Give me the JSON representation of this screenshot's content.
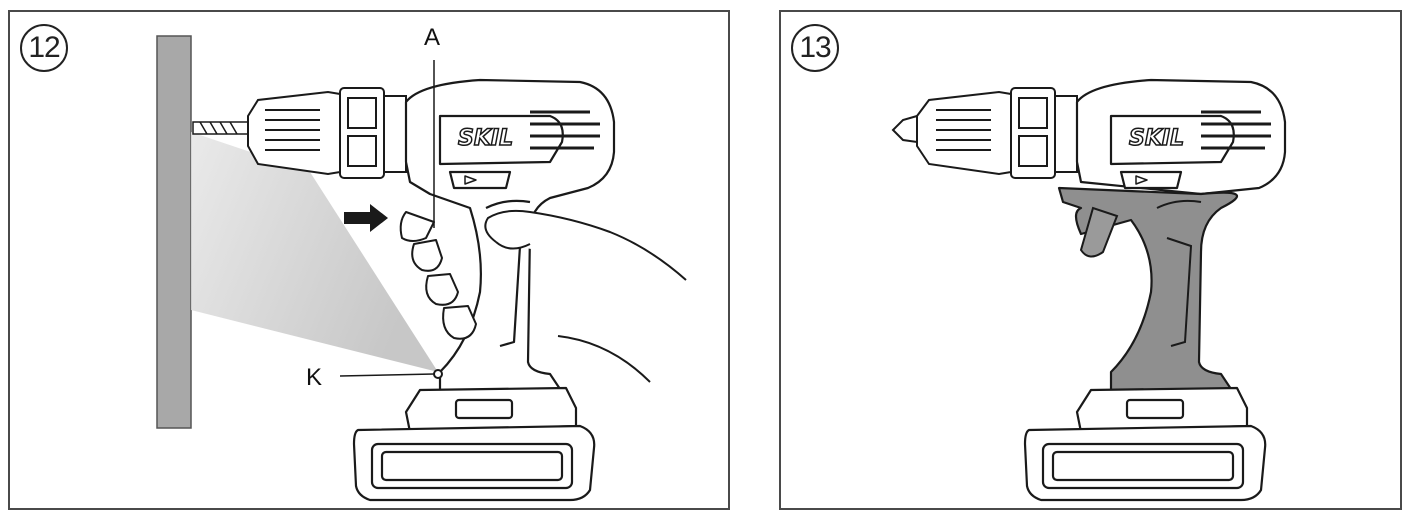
{
  "figures": [
    {
      "number": "12",
      "callouts": {
        "a": "A",
        "k": "K"
      }
    },
    {
      "number": "13"
    }
  ],
  "brand_logo": "SKIL",
  "colors": {
    "outline": "#1a1a1a",
    "wall": "#a8a8a8",
    "highlight_grey": "#8f8f8f",
    "light_beam": "#dcdcdc"
  }
}
